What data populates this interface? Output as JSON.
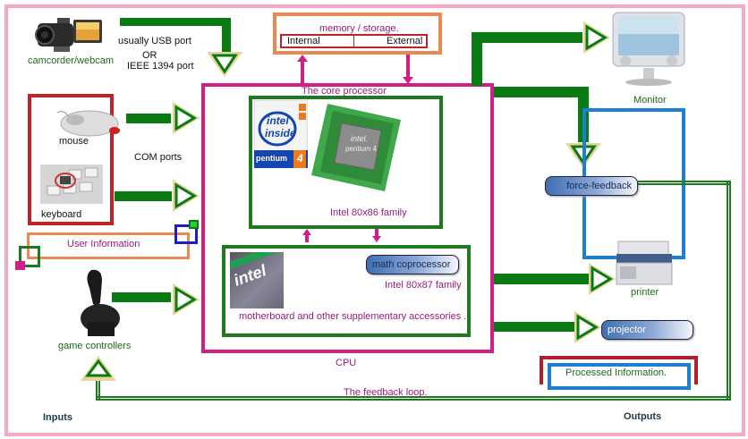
{
  "title": "Computer input / processing / output diagram",
  "inputs": {
    "section_label": "Inputs",
    "camcorder": {
      "label": "camcorder/webcam",
      "icon": "camcorder-icon"
    },
    "usb_note": {
      "line1": "usually USB port",
      "line2": "OR",
      "line3": "IEEE 1394 port"
    },
    "mouse": {
      "label": "mouse",
      "icon": "mouse-icon"
    },
    "keyboard": {
      "label": "keyboard",
      "icon": "keyboard-icon"
    },
    "com_ports": "COM   ports",
    "user_information": "User Information",
    "game_controllers": {
      "label": "game controllers",
      "icon": "joystick-icon"
    }
  },
  "memory": {
    "title": "memory / storage.",
    "internal": "Internal",
    "external": "External"
  },
  "cpu": {
    "label": "CPU",
    "core_title": "The  core  processor",
    "core_family": "Intel 80x86 family",
    "intel_badge": {
      "line1": "intel",
      "line2": "inside",
      "line3": "pentium",
      "number": "4"
    },
    "chip_text": {
      "brand": "intel.",
      "model": "pentium 4"
    },
    "math_coprocessor": "math coprocessor",
    "coprocessor_family": "Intel 80x87 family",
    "motherboard": "motherboard and other supplementary accessories ."
  },
  "outputs": {
    "section_label": "Outputs",
    "monitor": {
      "label": "Monitor",
      "icon": "monitor-icon"
    },
    "force_feedback": "force-feedback",
    "printer": {
      "label": "printer",
      "icon": "printer-icon"
    },
    "projector": "projector",
    "processed_information": "Processed    Information."
  },
  "feedback_loop": "The feedback loop.",
  "colors": {
    "frame": "#f7a8c8",
    "arrow_green": "#0a7a12",
    "arrow_head_outline": "#e8d59a",
    "cpu_border": "#d01f86",
    "memory_border": "#e98a52",
    "input_box_border": "#c0222a",
    "info_border": "#1e7fd0"
  }
}
